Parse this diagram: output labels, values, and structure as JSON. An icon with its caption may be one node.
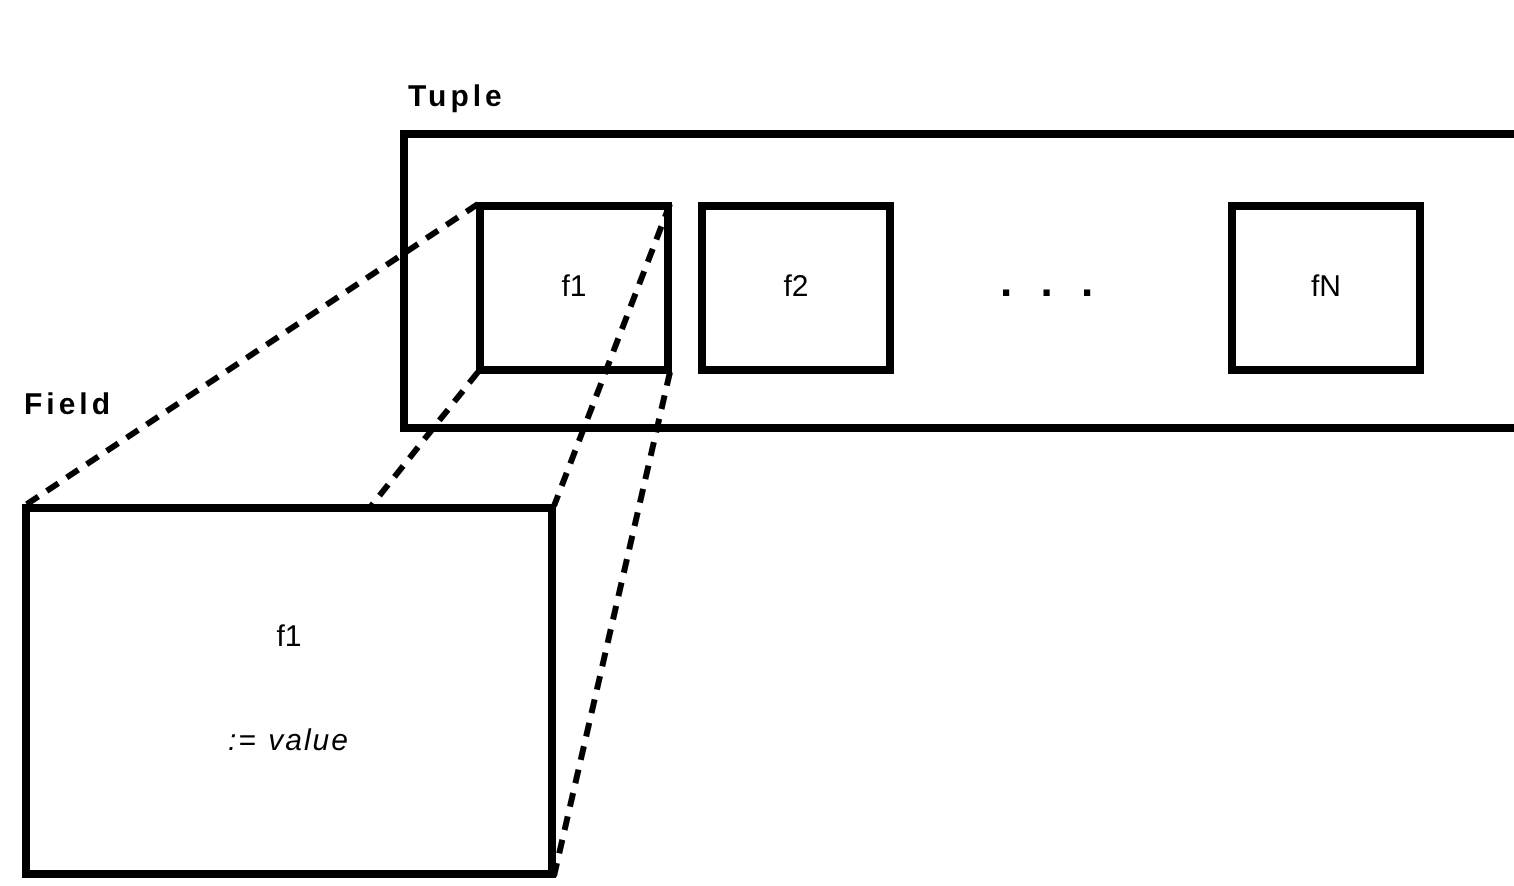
{
  "diagram": {
    "nodes": [
      {
        "text": [
          "Tuple"
        ]
      },
      {
        "text": [
          "f1"
        ],
        "in": 0
      },
      {
        "text": [
          "f2"
        ],
        "in": 0
      },
      {
        "text": [
          "fN"
        ],
        "in": 0
      },
      {
        "text": [
          "Field",
          "f1",
          ":= value"
        ]
      }
    ],
    "edges": [
      {
        "from": 1,
        "to": 4,
        "arrow": "none",
        "style": "dashed"
      },
      {
        "from": 1,
        "to": 4,
        "arrow": "none",
        "style": "dashed"
      },
      {
        "from": 1,
        "to": 4,
        "arrow": "none",
        "style": "dashed"
      },
      {
        "from": 1,
        "to": 4,
        "arrow": "none",
        "style": "dashed"
      }
    ],
    "labels": [
      ". . ."
    ]
  }
}
